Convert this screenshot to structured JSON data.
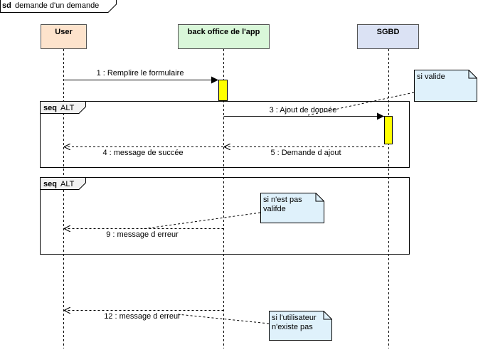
{
  "frame": {
    "keyword": "sd",
    "title": "demande d'un demande"
  },
  "lifelines": [
    {
      "id": "user",
      "label": "User",
      "fill": "#fde3cc"
    },
    {
      "id": "backoffice",
      "label": "back office de l'app",
      "fill": "#d9f7d9"
    },
    {
      "id": "sgbd",
      "label": "SGBD",
      "fill": "#dbe2f4"
    }
  ],
  "fragments": [
    {
      "keyword": "seq",
      "condition": "ALT"
    },
    {
      "keyword": "seq",
      "condition": "ALT"
    }
  ],
  "messages": [
    {
      "label": "1 : Remplire le formulaire",
      "style": "sync"
    },
    {
      "label": "3 : Ajout de donnée",
      "style": "sync"
    },
    {
      "label": "5 : Demande d ajout",
      "style": "reply"
    },
    {
      "label": "4 : message de succée",
      "style": "reply"
    },
    {
      "label": "9 : message d erreur",
      "style": "reply"
    },
    {
      "label": "12 : message d erreur",
      "style": "reply"
    }
  ],
  "notes": [
    {
      "lines": [
        "si valide"
      ]
    },
    {
      "lines": [
        "si n'est pas",
        "valifde"
      ]
    },
    {
      "lines": [
        "si l'utilisateur",
        "n'existe pas"
      ]
    }
  ],
  "colors": {
    "activation": "#ffff00",
    "note_fill": "#dff1fb",
    "fragment_tab": "#f2f2f2",
    "line": "#000000"
  }
}
